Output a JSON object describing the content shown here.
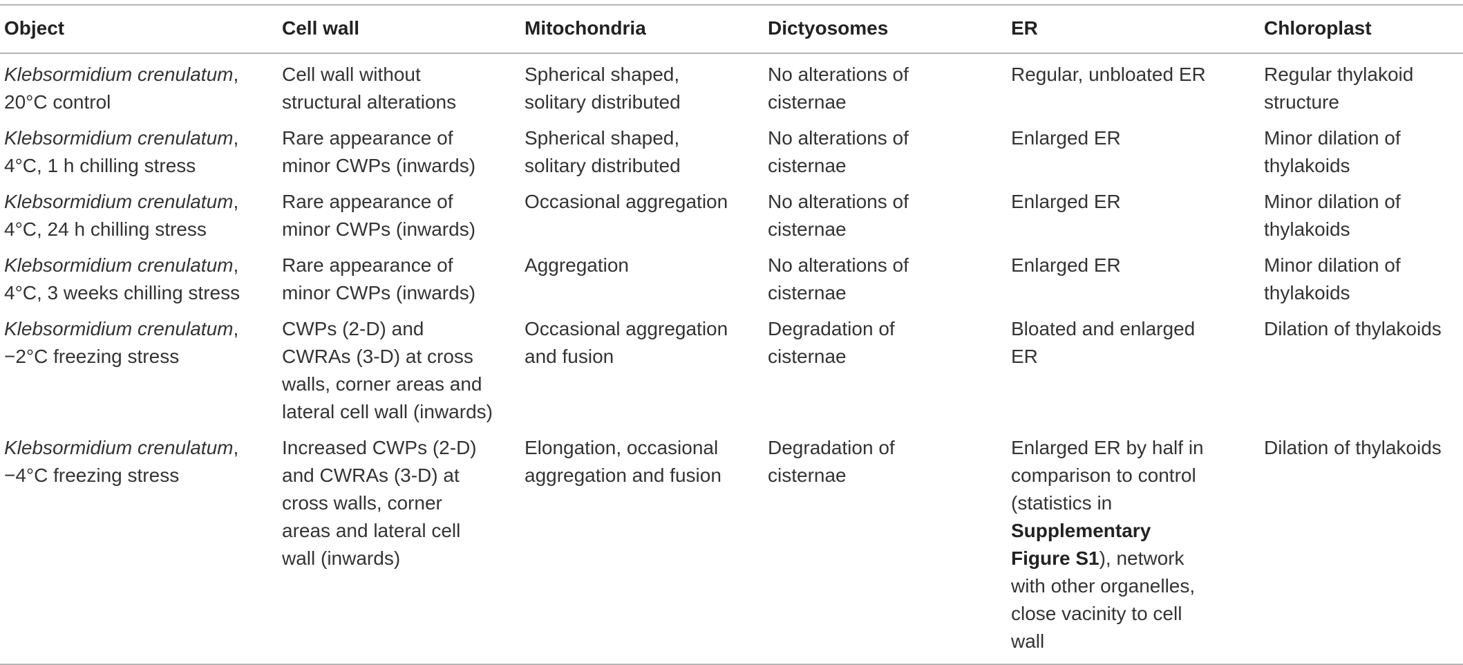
{
  "headers": [
    "Object",
    "Cell wall",
    "Mitochondria",
    "Dictyosomes",
    "ER",
    "Chloroplast"
  ],
  "rows": [
    {
      "object_species": "Klebsormidium crenulatum",
      "object_rest": ",",
      "object_condition": "20°C control",
      "cell_wall": [
        "Cell wall without",
        "structural alterations"
      ],
      "mitochondria": [
        "Spherical shaped,",
        "solitary distributed"
      ],
      "dictyosomes": [
        "No alterations of",
        "cisternae"
      ],
      "er": [
        "Regular, unbloated ER"
      ],
      "chloroplast": [
        "Regular thylakoid",
        "structure"
      ]
    },
    {
      "object_species": "Klebsormidium crenulatum",
      "object_rest": ",",
      "object_condition": "4°C, 1 h chilling stress",
      "cell_wall": [
        "Rare appearance of",
        "minor CWPs (inwards)"
      ],
      "mitochondria": [
        "Spherical shaped,",
        "solitary distributed"
      ],
      "dictyosomes": [
        "No alterations of",
        "cisternae"
      ],
      "er": [
        "Enlarged ER"
      ],
      "chloroplast": [
        "Minor dilation of",
        "thylakoids"
      ]
    },
    {
      "object_species": "Klebsormidium crenulatum",
      "object_rest": ",",
      "object_condition": "4°C, 24 h chilling stress",
      "cell_wall": [
        "Rare appearance of",
        "minor CWPs (inwards)"
      ],
      "mitochondria": [
        "Occasional aggregation"
      ],
      "dictyosomes": [
        "No alterations of",
        "cisternae"
      ],
      "er": [
        "Enlarged ER"
      ],
      "chloroplast": [
        "Minor dilation of",
        "thylakoids"
      ]
    },
    {
      "object_species": "Klebsormidium crenulatum",
      "object_rest": ",",
      "object_condition": "4°C, 3 weeks chilling stress",
      "cell_wall": [
        "Rare appearance of",
        "minor CWPs (inwards)"
      ],
      "mitochondria": [
        "Aggregation"
      ],
      "dictyosomes": [
        "No alterations of",
        "cisternae"
      ],
      "er": [
        "Enlarged ER"
      ],
      "chloroplast": [
        "Minor dilation of",
        "thylakoids"
      ]
    },
    {
      "object_species": "Klebsormidium crenulatum",
      "object_rest": ",",
      "object_condition": "−2°C freezing stress",
      "cell_wall": [
        "CWPs (2-D) and",
        "CWRAs (3-D) at cross",
        "walls, corner areas and",
        "lateral cell wall (inwards)"
      ],
      "mitochondria": [
        "Occasional aggregation",
        "and fusion"
      ],
      "dictyosomes": [
        "Degradation of",
        "cisternae"
      ],
      "er": [
        "Bloated and enlarged",
        "ER"
      ],
      "chloroplast": [
        "Dilation of thylakoids"
      ]
    },
    {
      "object_species": "Klebsormidium crenulatum",
      "object_rest": ",",
      "object_condition": "−4°C freezing stress",
      "cell_wall": [
        "Increased CWPs (2-D)",
        "and CWRAs (3-D) at",
        "cross walls, corner",
        "areas and lateral cell",
        "wall (inwards)"
      ],
      "mitochondria": [
        "Elongation, occasional",
        "aggregation and fusion"
      ],
      "dictyosomes": [
        "Degradation of",
        "cisternae"
      ],
      "er_lines": {
        "l1": "Enlarged ER by half in",
        "l2": "comparison to control",
        "l3": "(statistics in",
        "l4_bold": "Supplementary",
        "l5_bold": "Figure S1",
        "l5_rest": "), network",
        "l6": "with other organelles,",
        "l7": "close vacinity to cell",
        "l8": "wall"
      },
      "chloroplast": [
        "Dilation of thylakoids"
      ]
    }
  ]
}
